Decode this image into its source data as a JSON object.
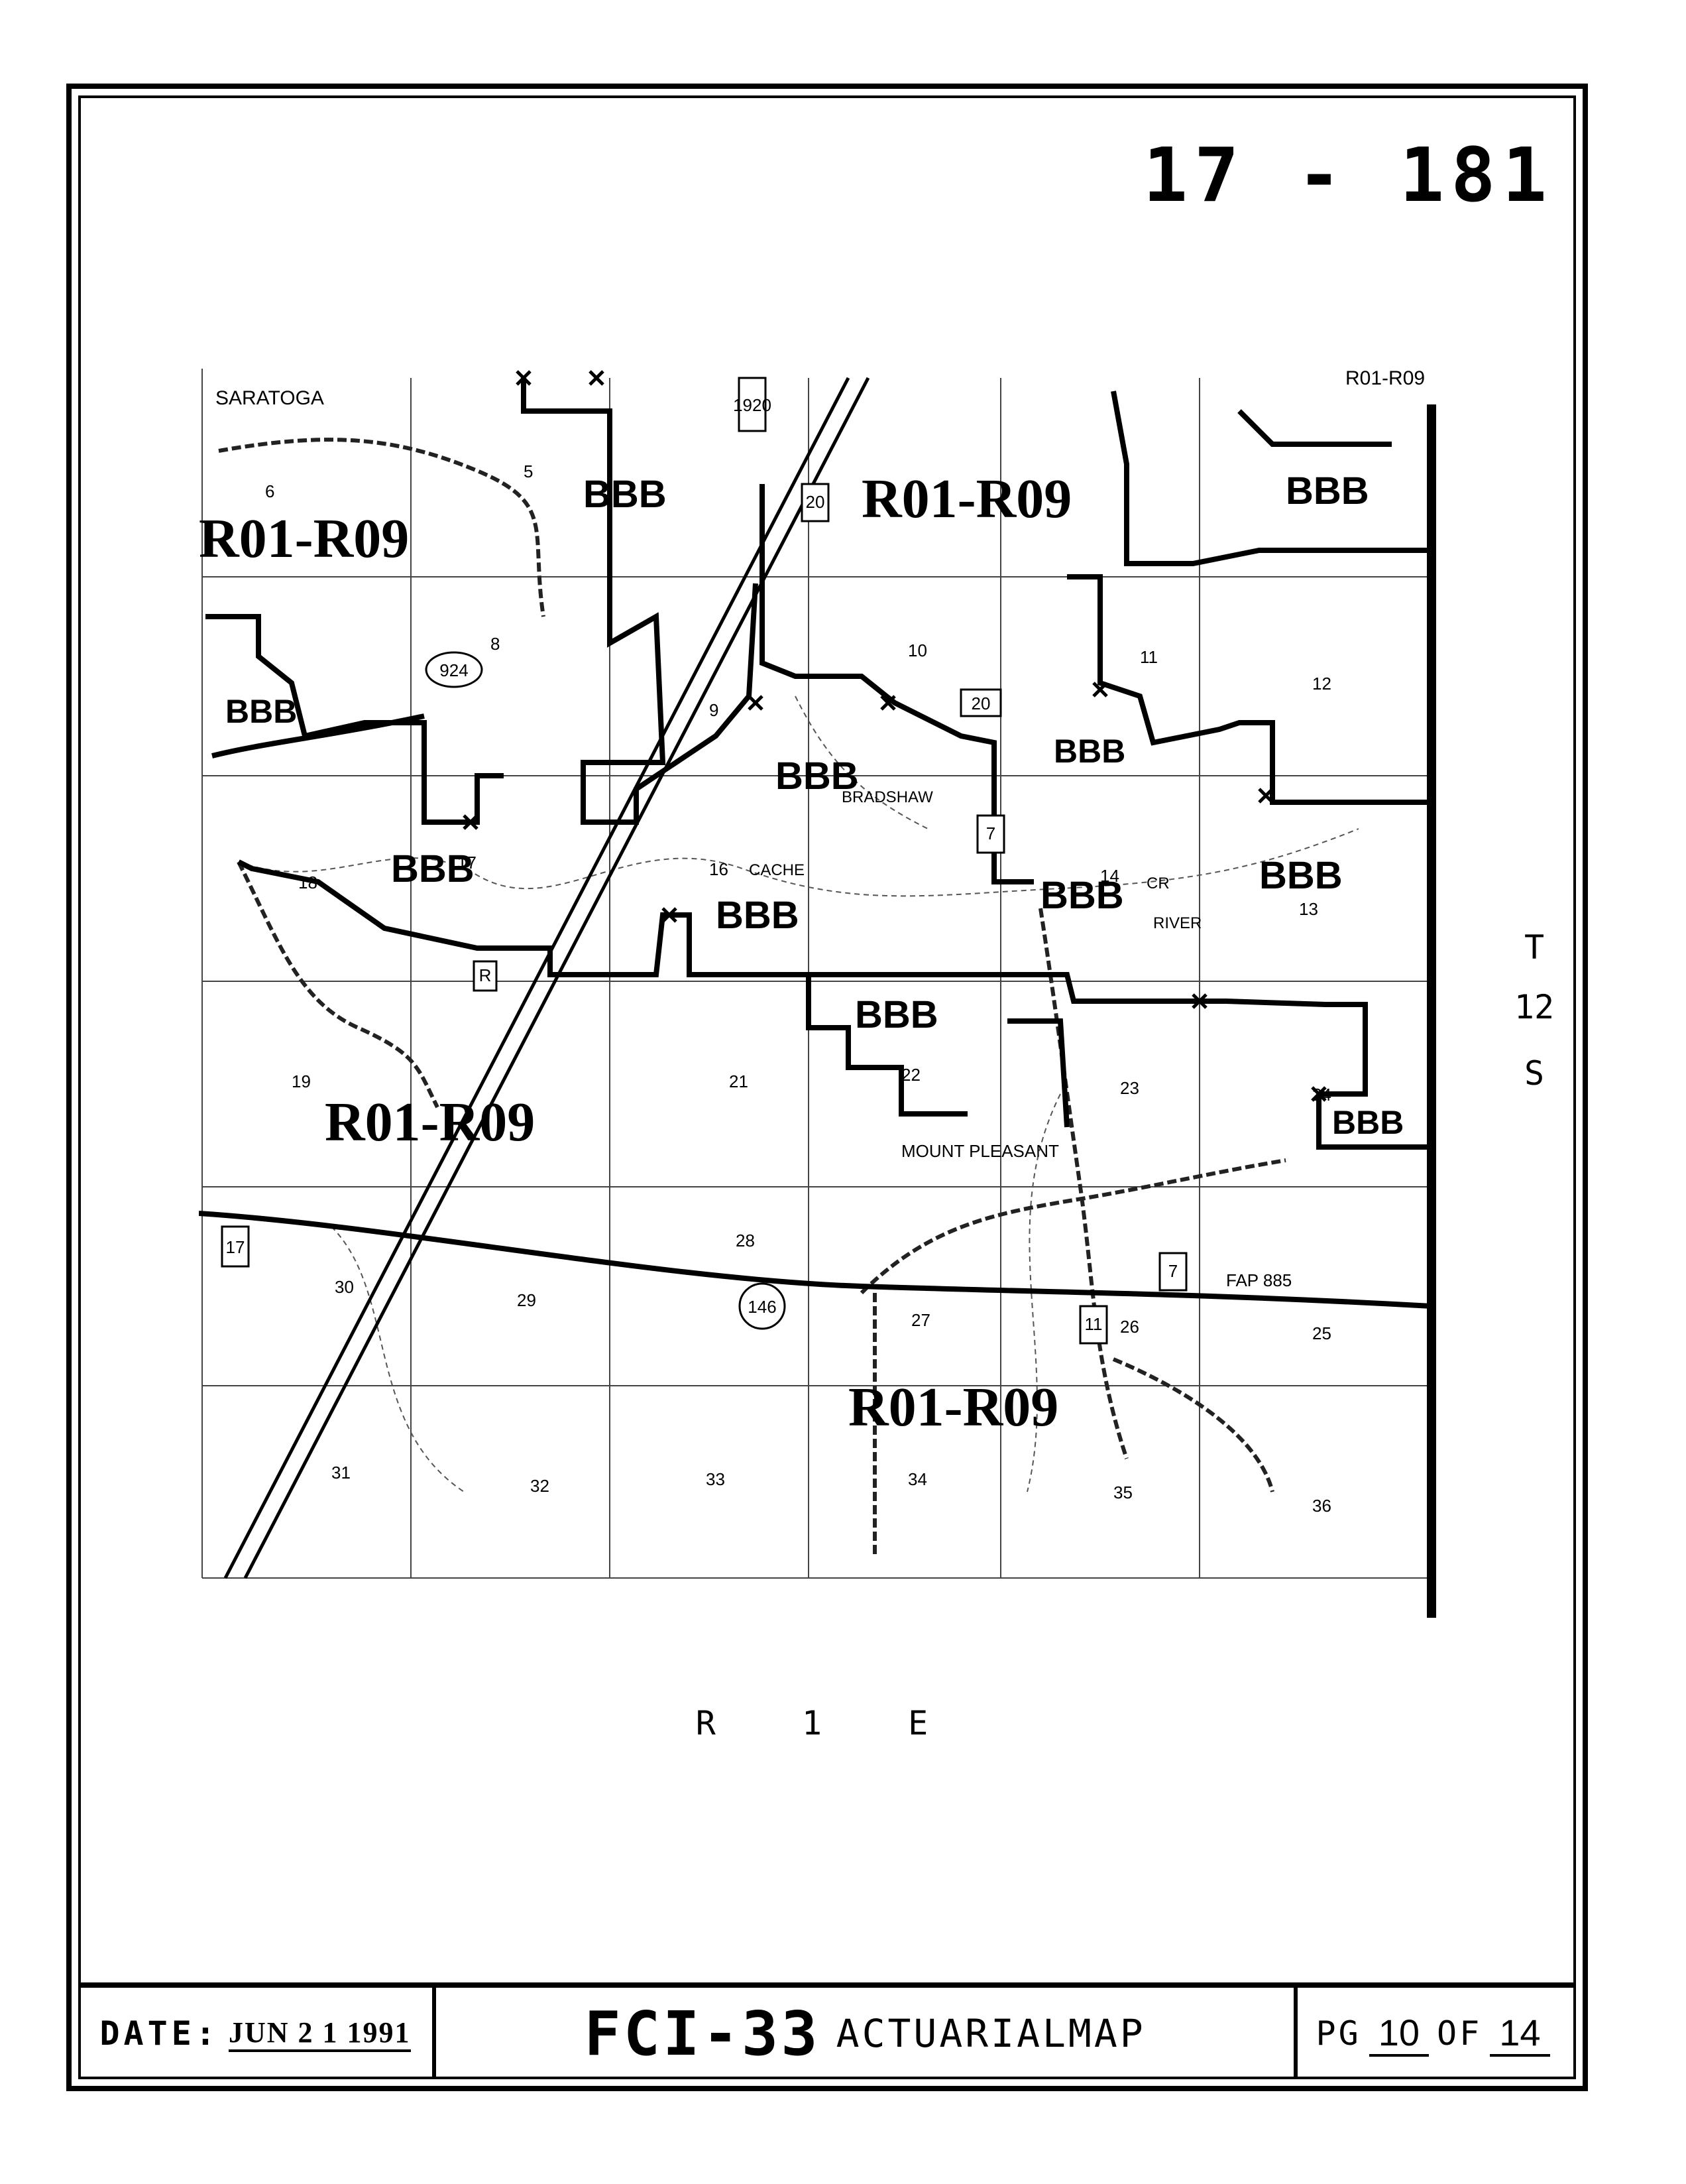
{
  "sheet_number": "17 - 181",
  "township_label": [
    "T",
    "12",
    "S"
  ],
  "range_label": "R 1 E",
  "map": {
    "places": [
      {
        "name": "SARATOGA"
      },
      {
        "name": "MOUNT PLEASANT"
      }
    ],
    "features": [
      {
        "name": "CACHE"
      },
      {
        "name": "RIVER"
      },
      {
        "name": "CR"
      },
      {
        "name": "BRADSHAW"
      },
      {
        "name": "FAP 885"
      }
    ],
    "zone_labels": [
      "R01-R09",
      "R01-R09",
      "R01-R09",
      "R01-R09",
      "R01-R09"
    ],
    "grade_markers": [
      "BBB",
      "BBB",
      "BBB",
      "BBB",
      "BBB",
      "BBB",
      "BBB",
      "BBB",
      "BBB",
      "BBB",
      "BBB"
    ],
    "route_shields": [
      "1920",
      "20",
      "20",
      "924",
      "7",
      "17",
      "146",
      "7",
      "11",
      "R"
    ],
    "sections": [
      "5",
      "6",
      "8",
      "9",
      "10",
      "11",
      "12",
      "13",
      "14",
      "16",
      "17",
      "18",
      "19",
      "21",
      "22",
      "23",
      "24",
      "25",
      "26",
      "27",
      "28",
      "29",
      "30",
      "31",
      "32",
      "33",
      "34",
      "35",
      "36"
    ]
  },
  "footer": {
    "date_label": "DATE:",
    "date_value": "JUN 2 1 1991",
    "form_code": "FCI-33",
    "form_title": "ACTUARIALMAP",
    "page_label": "PG",
    "page_number": "10",
    "page_of": "OF",
    "page_total": "14"
  },
  "colors": {
    "ink": "#000000",
    "paper": "#ffffff"
  }
}
